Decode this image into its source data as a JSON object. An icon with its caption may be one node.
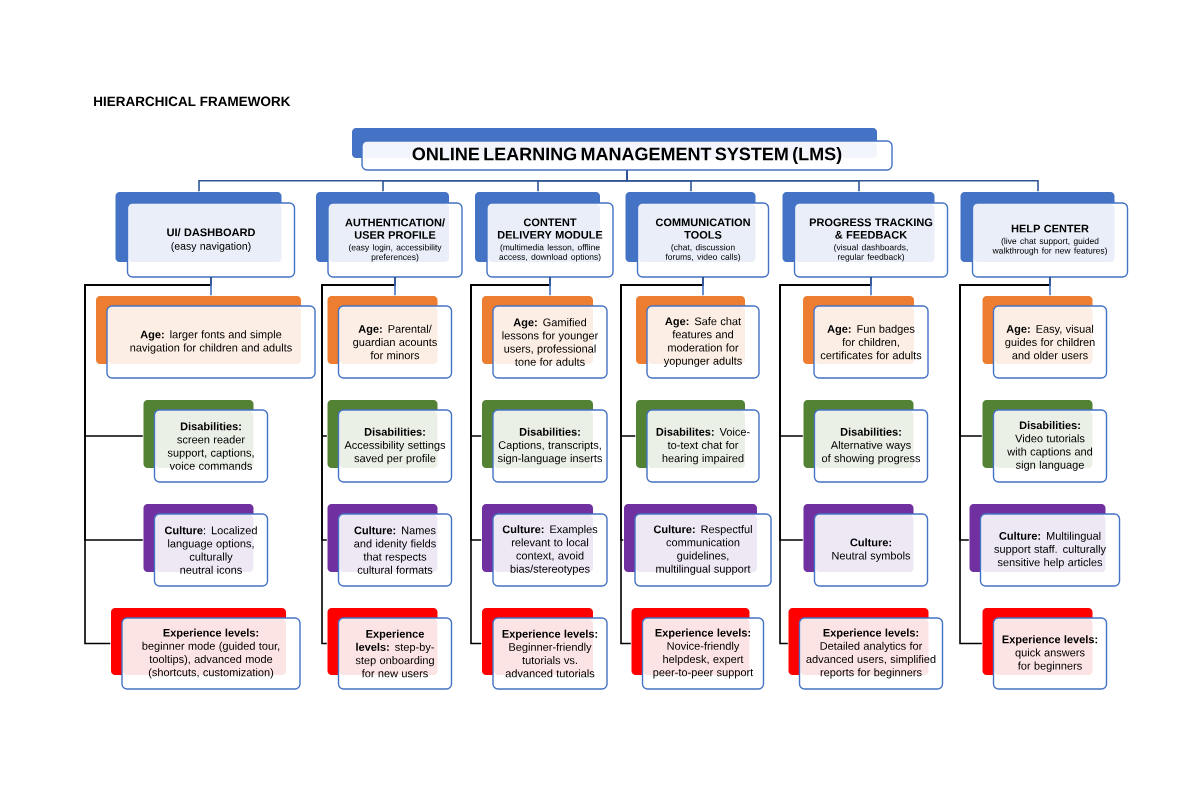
{
  "diagram": {
    "title": "HIERARCHICAL FRAMEWORK",
    "nodes": [
      {
        "text": [
          "ONLINE LEARNING MANAGEMENT SYSTEM (LMS)"
        ]
      },
      {
        "text": [
          "UI/ DASHBOARD",
          "(easy navigation)"
        ]
      },
      {
        "text": [
          "AUTHENTICATION/ USER PROFILE",
          "(easy login, accessibility preferences)"
        ]
      },
      {
        "text": [
          "CONTENT DELIVERY MODULE",
          "(multimedia lesson, offline access, download options)"
        ]
      },
      {
        "text": [
          "COMMUNICATION TOOLS",
          "(chat, discussion forums, video calls)"
        ]
      },
      {
        "text": [
          "PROGRESS TRACKING & FEEDBACK",
          "(visual dashboards, regular feedback)"
        ]
      },
      {
        "text": [
          "HELP CENTER",
          "(live chat support, guided walkthrough for new features)"
        ]
      },
      {
        "text": [
          "**Age:** larger fonts and simple navigation for children and adults"
        ]
      },
      {
        "text": [
          "**Age:** Parental/ guardian acounts for minors"
        ]
      },
      {
        "text": [
          "**Age:** Gamified lessons for younger users, professional tone for adults"
        ]
      },
      {
        "text": [
          "**Age:** Safe chat features and moderation for yopunger adults"
        ]
      },
      {
        "text": [
          "**Age:** Fun badges for children, certificates for adults"
        ]
      },
      {
        "text": [
          "**Age:** Easy, visual guides for children and older users"
        ]
      },
      {
        "text": [
          "**Disabilities:** screen reader support, captions, voice commands"
        ]
      },
      {
        "text": [
          "**Disabilities:** Accessibility settings saved per profile"
        ]
      },
      {
        "text": [
          "**Disabilities:** Captions, transcripts, sign-language inserts"
        ]
      },
      {
        "text": [
          "**Disabilites:** Voice-to-text chat for hearing impaired"
        ]
      },
      {
        "text": [
          "**Disabilities:** Alternative ways of showing progress"
        ]
      },
      {
        "text": [
          "**Disabilities:** Video tutorials with captions and sign language"
        ]
      },
      {
        "text": [
          "**Culture**: Localized language options, culturally neutral icons"
        ]
      },
      {
        "text": [
          "**Culture:** Names and idenity fields that respects cultural formats"
        ]
      },
      {
        "text": [
          "**Culture:** Examples relevant to local context, avoid bias/stereotypes"
        ]
      },
      {
        "text": [
          "**Culture:** Respectful communication guidelines, multilingual support"
        ]
      },
      {
        "text": [
          "**Culture:** Neutral symbols"
        ]
      },
      {
        "text": [
          "**Culture:** Multilingual support staff. culturally sensitive help articles"
        ]
      },
      {
        "text": [
          "**Experience levels:** beginner mode (guided tour, tooltips), advanced mode (shortcuts, customization)"
        ]
      },
      {
        "text": [
          "**Experience levels:** step-by-step onboarding for new users"
        ]
      },
      {
        "text": [
          "**Experience levels:** Beginner-friendly tutorials vs. advanced tutorials"
        ]
      },
      {
        "text": [
          "**Experience levels:** Novice-friendly helpdesk, expert peer-to-peer support"
        ]
      },
      {
        "text": [
          "**Experience levels:** Detailed analytics for advanced users, simplified reports for beginners"
        ]
      },
      {
        "text": [
          "**Experience levels:** quick answers for beginners"
        ]
      }
    ],
    "edges": [
      {
        "from": 0,
        "to": 1,
        "arrow": "none",
        "color": "#2f5597"
      },
      {
        "from": 0,
        "to": 2,
        "arrow": "none",
        "color": "#2f5597"
      },
      {
        "from": 0,
        "to": 3,
        "arrow": "none",
        "color": "#2f5597"
      },
      {
        "from": 0,
        "to": 4,
        "arrow": "none",
        "color": "#2f5597"
      },
      {
        "from": 0,
        "to": 5,
        "arrow": "none",
        "color": "#2f5597"
      },
      {
        "from": 0,
        "to": 6,
        "arrow": "none",
        "color": "#2f5597"
      },
      {
        "from": 1,
        "to": 7,
        "arrow": "none",
        "color": "#4472c4"
      },
      {
        "from": 2,
        "to": 8,
        "arrow": "none",
        "color": "#4472c4"
      },
      {
        "from": 3,
        "to": 9,
        "arrow": "none",
        "color": "#4472c4"
      },
      {
        "from": 4,
        "to": 10,
        "arrow": "none",
        "color": "#4472c4"
      },
      {
        "from": 5,
        "to": 11,
        "arrow": "none",
        "color": "#4472c4"
      },
      {
        "from": 6,
        "to": 12,
        "arrow": "none",
        "color": "#4472c4"
      },
      {
        "from": 1,
        "to": 13,
        "arrow": "none"
      },
      {
        "from": 2,
        "to": 14,
        "arrow": "none"
      },
      {
        "from": 3,
        "to": 15,
        "arrow": "none"
      },
      {
        "from": 4,
        "to": 16,
        "arrow": "none"
      },
      {
        "from": 5,
        "to": 17,
        "arrow": "none"
      },
      {
        "from": 6,
        "to": 18,
        "arrow": "none"
      },
      {
        "from": 1,
        "to": 19,
        "arrow": "none"
      },
      {
        "from": 2,
        "to": 20,
        "arrow": "none"
      },
      {
        "from": 3,
        "to": 21,
        "arrow": "none"
      },
      {
        "from": 4,
        "to": 22,
        "arrow": "none"
      },
      {
        "from": 5,
        "to": 23,
        "arrow": "none"
      },
      {
        "from": 6,
        "to": 24,
        "arrow": "none"
      },
      {
        "from": 1,
        "to": 25,
        "arrow": "none"
      },
      {
        "from": 2,
        "to": 26,
        "arrow": "none"
      },
      {
        "from": 3,
        "to": 27,
        "arrow": "none"
      },
      {
        "from": 4,
        "to": 28,
        "arrow": "none"
      },
      {
        "from": 5,
        "to": 29,
        "arrow": "none"
      },
      {
        "from": 6,
        "to": 30,
        "arrow": "none"
      }
    ]
  }
}
